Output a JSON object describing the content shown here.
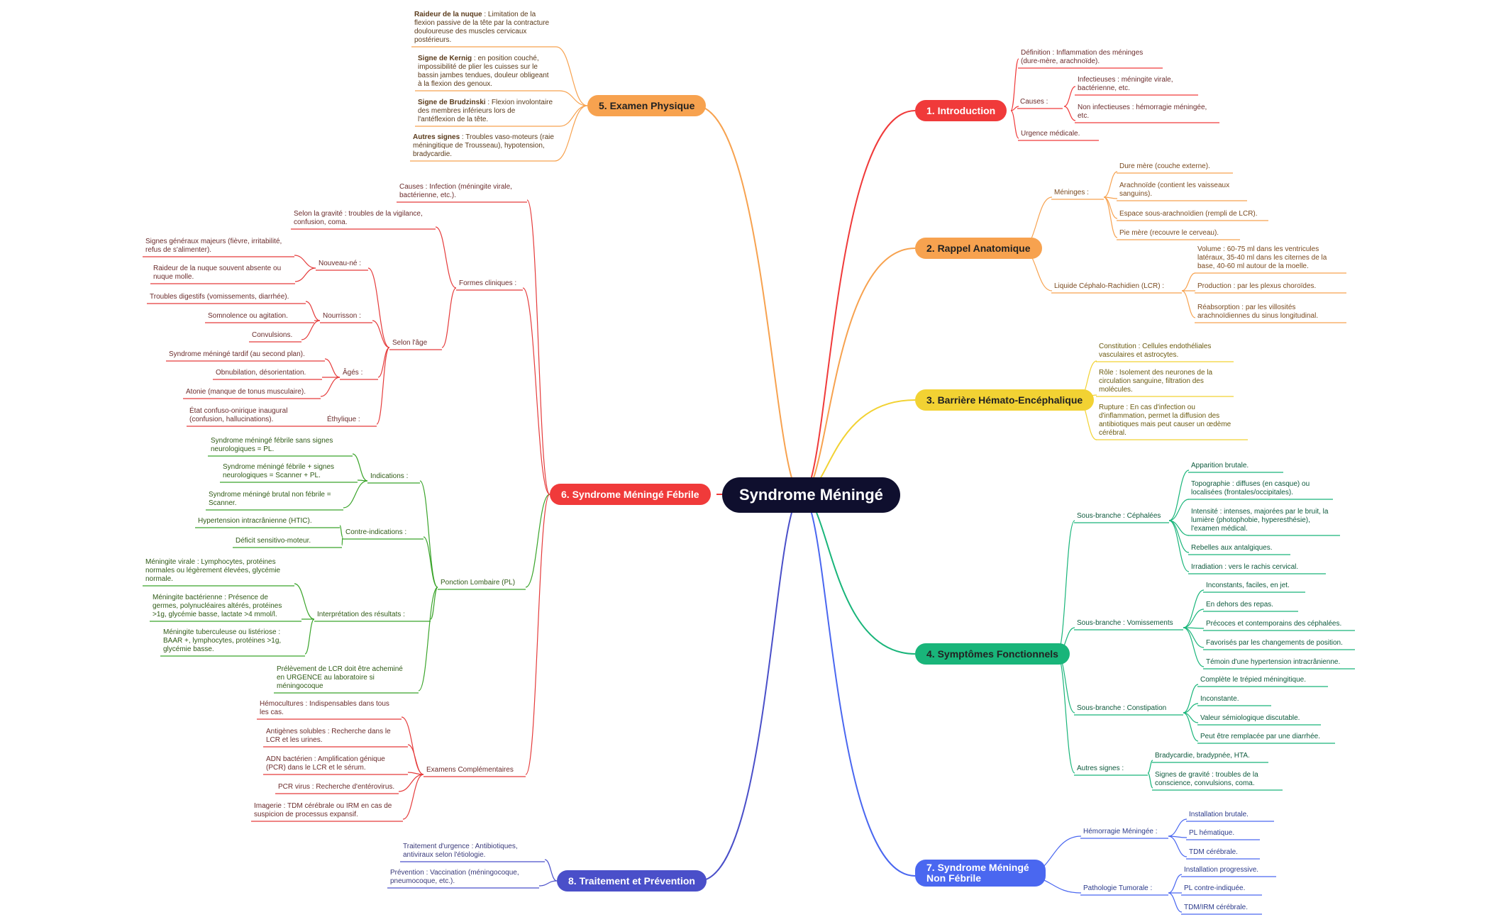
{
  "root": "Syndrome Méningé",
  "branches": [
    {
      "id": "b1",
      "label": "1. Introduction",
      "color": "#f03a3a",
      "text_color": "#ffffff"
    },
    {
      "id": "b2",
      "label": "2. Rappel Anatomique",
      "color": "#f7a24f",
      "text_color": "#222222"
    },
    {
      "id": "b3",
      "label": "3. Barrière Hémato-Encéphalique",
      "color": "#f2d233",
      "text_color": "#222222"
    },
    {
      "id": "b4",
      "label": "4. Symptômes Fonctionnels",
      "color": "#19b57a",
      "text_color": "#222222"
    },
    {
      "id": "b5",
      "label": "5. Examen Physique",
      "color": "#f7a24f",
      "text_color": "#222222"
    },
    {
      "id": "b6",
      "label": "6. Syndrome Méningé Fébrile",
      "color": "#f03a3a",
      "text_color": "#ffffff"
    },
    {
      "id": "b7",
      "label": "7. Syndrome Méningé Non Fébrile",
      "color": "#4a67f0",
      "text_color": "#ffffff"
    },
    {
      "id": "b8",
      "label": "8. Traitement et Prévention",
      "color": "#4a4fc9",
      "text_color": "#ffffff"
    }
  ],
  "nodes": {
    "b1_def": "Définition : Inflammation des méninges\n(dure-mère, arachnoïde).",
    "b1_causes": "Causes :",
    "b1_inf": "Infectieuses : méningite virale,\nbactérienne, etc.",
    "b1_noninf": "Non infectieuses : hémorragie méningée,\netc.",
    "b1_urg": "Urgence médicale.",
    "b2_men": "Méninges :",
    "b2_dure": "Dure mère (couche externe).",
    "b2_arach": "Arachnoïde (contient les vaisseaux\nsanguins).",
    "b2_espace": "Espace sous-arachnoïdien (rempli de LCR).",
    "b2_pie": "Pie mère (recouvre le cerveau).",
    "b2_lcr": "Liquide Céphalo-Rachidien (LCR) :",
    "b2_vol": "Volume : 60-75 ml dans les ventricules\nlatéraux, 35-40 ml dans les citernes de la\nbase, 40-60 ml autour de la moelle.",
    "b2_prod": "Production : par les plexus choroïdes.",
    "b2_reab": "Réabsorption : par les villosités\narachnoïdiennes du sinus longitudinal.",
    "b3_const": "Constitution : Cellules endothéliales\nvasculaires et astrocytes.",
    "b3_role": "Rôle : Isolement des neurones de la\ncirculation sanguine, filtration des\nmolécules.",
    "b3_rupt": "Rupture : En cas d'infection ou\nd'inflammation, permet la diffusion des\nantibiotiques mais peut causer un œdème\ncérébral.",
    "b4_ceph": "Sous-branche : Céphalées",
    "b4_c1": "Apparition brutale.",
    "b4_c2": "Topographie : diffuses (en casque) ou\nlocalisées (frontales/occipitales).",
    "b4_c3": "Intensité : intenses, majorées par le bruit, la\nlumière (photophobie, hyperesthésie),\nl'examen médical.",
    "b4_c4": "Rebelles aux antalgiques.",
    "b4_c5": "Irradiation : vers le rachis cervical.",
    "b4_vom": "Sous-branche : Vomissements",
    "b4_v1": "Inconstants, faciles, en jet.",
    "b4_v2": "En dehors des repas.",
    "b4_v3": "Précoces et contemporains des céphalées.",
    "b4_v4": "Favorisés par les changements de position.",
    "b4_v5": "Témoin d'une hypertension intracrânienne.",
    "b4_const": "Sous-branche : Constipation",
    "b4_k1": "Complète le trépied méningitique.",
    "b4_k2": "Inconstante.",
    "b4_k3": "Valeur sémiologique discutable.",
    "b4_k4": "Peut être remplacée par une diarrhée.",
    "b4_autres": "Autres signes :",
    "b4_a1": "Bradycardie, bradypnée, HTA.",
    "b4_a2": "Signes de gravité : troubles de la\nconscience, convulsions, coma.",
    "b5_raid_t": "Raideur de la nuque",
    "b5_raid": " : Limitation de la\nflexion passive de la tête par la contracture\ndouloureuse des muscles cervicaux\npostérieurs.",
    "b5_kern_t": "Signe de Kernig",
    "b5_kern": " : en position couché,\nimpossibilité de plier les cuisses sur le\nbassin jambes tendues, douleur obligeant\nà la flexion des genoux.",
    "b5_brud_t": "Signe de Brudzinski",
    "b5_brud": " : Flexion involontaire\ndes membres inférieurs lors de\nl'antéflexion de la tête.",
    "b5_autres_t": "Autres signes",
    "b5_autres": " : Troubles vaso-moteurs (raie\nméningitique de Trousseau), hypotension,\nbradycardie.",
    "b6_causes": "Causes : Infection (méningite virale,\nbactérienne, etc.).",
    "b6_formes": "Formes cliniques :",
    "b6_grav": "Selon la gravité : troubles de la vigilance,\nconfusion, coma.",
    "b6_age": "Selon l'âge",
    "b6_nn": "Nouveau-né :",
    "b6_nn1": "Signes généraux majeurs (fièvre, irritabilité,\nrefus de s'alimenter).",
    "b6_nn2": "Raideur de la nuque souvent absente ou\nnuque molle.",
    "b6_nour": "Nourrisson :",
    "b6_nr1": "Troubles digestifs (vomissements, diarrhée).",
    "b6_nr2": "Somnolence ou agitation.",
    "b6_nr3": "Convulsions.",
    "b6_ages": "Âgés :",
    "b6_ag1": "Syndrome méningé tardif (au second plan).",
    "b6_ag2": "Obnubilation, désorientation.",
    "b6_ag3": "Atonie (manque de tonus musculaire).",
    "b6_eth": "Éthylique :",
    "b6_et1": "État confuso-onirique inaugural\n(confusion, hallucinations).",
    "b6_pl": "Ponction Lombaire (PL)",
    "b6_ind": "Indications :",
    "b6_i1": "Syndrome méningé fébrile sans signes\nneurologiques = PL.",
    "b6_i2": "Syndrome méningé fébrile + signes\nneurologiques = Scanner + PL.",
    "b6_i3": "Syndrome méningé brutal non fébrile =\nScanner.",
    "b6_ci": "Contre-indications :",
    "b6_ci1": "Hypertension intracrânienne (HTIC).",
    "b6_ci2": "Déficit sensitivo-moteur.",
    "b6_interp": "Interprétation des résultats :",
    "b6_r1": "Méningite virale : Lymphocytes, protéines\nnormales ou légèrement élevées, glycémie\nnormale.",
    "b6_r2": "Méningite bactérienne : Présence de\ngermes, polynucléaires altérés, protéines\n>1g, glycémie basse, lactate >4 mmol/l.",
    "b6_r3": "Méningite tuberculeuse ou listériose :\nBAAR +, lymphocytes, protéines >1g,\nglycémie basse.",
    "b6_prel": "Prélèvement de LCR doit être acheminé\nen URGENCE au laboratoire si\nméningocoque",
    "b6_exam": "Examens Complémentaires",
    "b6_e1": "Hémocultures : Indispensables dans tous\nles cas.",
    "b6_e2": "Antigènes solubles : Recherche dans le\nLCR et les urines.",
    "b6_e3": "ADN bactérien : Amplification génique\n(PCR) dans le LCR et le sérum.",
    "b6_e4": "PCR virus : Recherche d'entérovirus.",
    "b6_e5": "Imagerie : TDM cérébrale ou IRM en cas de\nsuspicion de processus expansif.",
    "b7_hem": "Hémorragie Méningée :",
    "b7_h1": "Installation brutale.",
    "b7_h2": "PL hématique.",
    "b7_h3": "TDM cérébrale.",
    "b7_tum": "Pathologie Tumorale :",
    "b7_t1": "Installation progressive.",
    "b7_t2": "PL contre-indiquée.",
    "b7_t3": "TDM/IRM cérébrale.",
    "b8_trait": "Traitement d'urgence : Antibiotiques,\nantiviraux selon l'étiologie.",
    "b8_prev": "Prévention : Vaccination (méningocoque,\npneumocoque, etc.)."
  }
}
